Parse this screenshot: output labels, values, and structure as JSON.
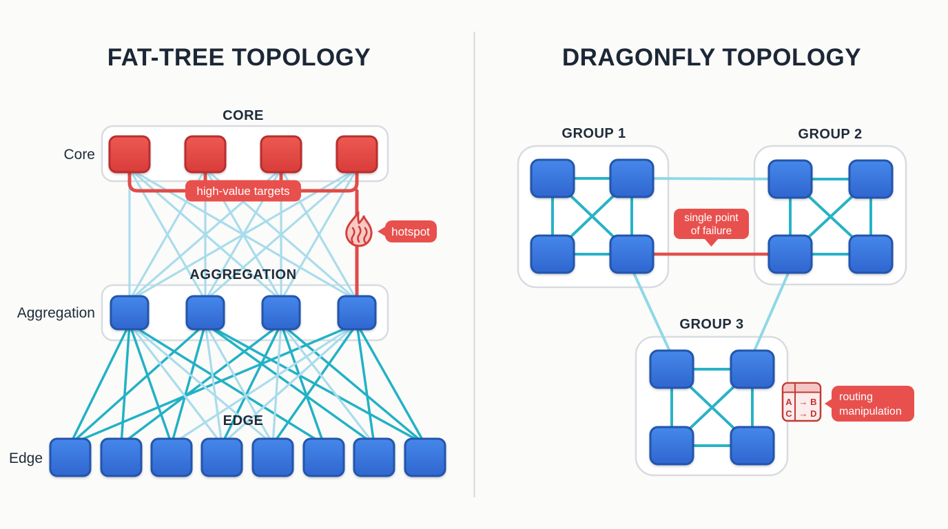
{
  "colors": {
    "background": "#fbfbf9",
    "node_red_fill": "#e2453f",
    "node_red_border": "#b92f2f",
    "node_blue_fill": "#3b7ade",
    "node_blue_border": "#2154ac",
    "link_light_blue": "#a9dcec",
    "link_teal": "#22b1c6",
    "link_intergroup_teal": "#8fd8e7",
    "alert_red": "#e8504d",
    "container_border": "#d8dbe0",
    "text_dark": "#1e2b3a"
  },
  "left_panel": {
    "title": "FAT-TREE TOPOLOGY",
    "core": {
      "band_label": "CORE",
      "side_label": "Core",
      "switch_count": 4
    },
    "aggregation": {
      "band_label": "AGGREGATION",
      "side_label": "Aggregation",
      "switch_count": 4
    },
    "edge": {
      "band_label": "EDGE",
      "side_label": "Edge",
      "switch_count": 8
    },
    "callouts": {
      "high_value_targets": "high-value targets",
      "hotspot": "hotspot"
    }
  },
  "right_panel": {
    "title": "DRAGONFLY TOPOLOGY",
    "groups": [
      {
        "label": "GROUP 1",
        "switch_count": 4
      },
      {
        "label": "GROUP 2",
        "switch_count": 4
      },
      {
        "label": "GROUP 3",
        "switch_count": 4
      }
    ],
    "callouts": {
      "single_point_of_failure": {
        "line1": "single point",
        "line2": "of failure"
      },
      "routing_manipulation": {
        "line1": "routing",
        "line2": "manipulation"
      },
      "routing_table": {
        "r1c1": "A",
        "r1c2": "→ B",
        "r2c1": "C",
        "r2c2": "→ D"
      }
    }
  }
}
